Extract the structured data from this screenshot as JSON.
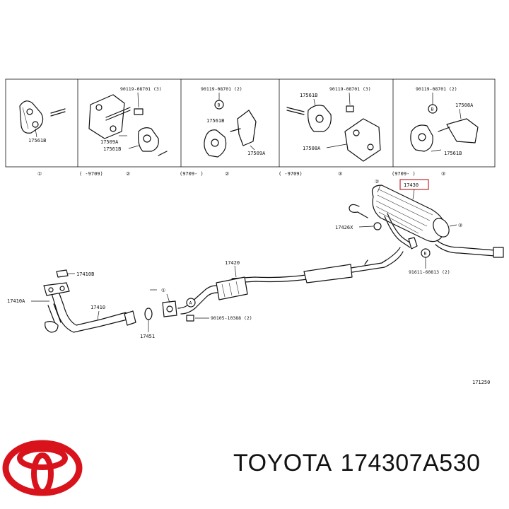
{
  "callouts": {
    "panel1": {
      "p1": "17561B"
    },
    "panel2": {
      "bolt": "90119-08701 (3)",
      "p1": "17509A",
      "p2": "17561B"
    },
    "panel3": {
      "bolt": "90119-08701 (2)",
      "p1": "17561B",
      "p2": "17509A"
    },
    "panel4": {
      "p1": "17561B",
      "bolt": "90119-08701 (3)",
      "p2": "17508A"
    },
    "panel5": {
      "bolt": "90119-08701 (2)",
      "p1": "17508A",
      "p2": "17561B"
    }
  },
  "panel_captions": [
    {
      "range": "",
      "num": "①"
    },
    {
      "range": "(     -9709)",
      "num": "②"
    },
    {
      "range": "(9709-      )",
      "num": "②"
    },
    {
      "range": "(     -9709)",
      "num": "③"
    },
    {
      "range": "(9709-      )",
      "num": "③"
    }
  ],
  "main": {
    "muffler_label": "17430",
    "circle_2": "②",
    "circle_3": "③",
    "gasket": "17426X",
    "circle_b": "B",
    "bolt_right": "91611-60813 (2)",
    "center_pipe": "17420",
    "circle_1": "①",
    "circle_a": "A",
    "bolt_center": "90105-10388 (2)",
    "ring": "17451",
    "front_pipe": "17410",
    "gasket_top": "17410B",
    "gasket_left": "17410A",
    "diagram_id": "171250"
  },
  "brand": {
    "name": "TOYOTA",
    "part_number": "174307A530",
    "logo_color": "#d8131b"
  }
}
